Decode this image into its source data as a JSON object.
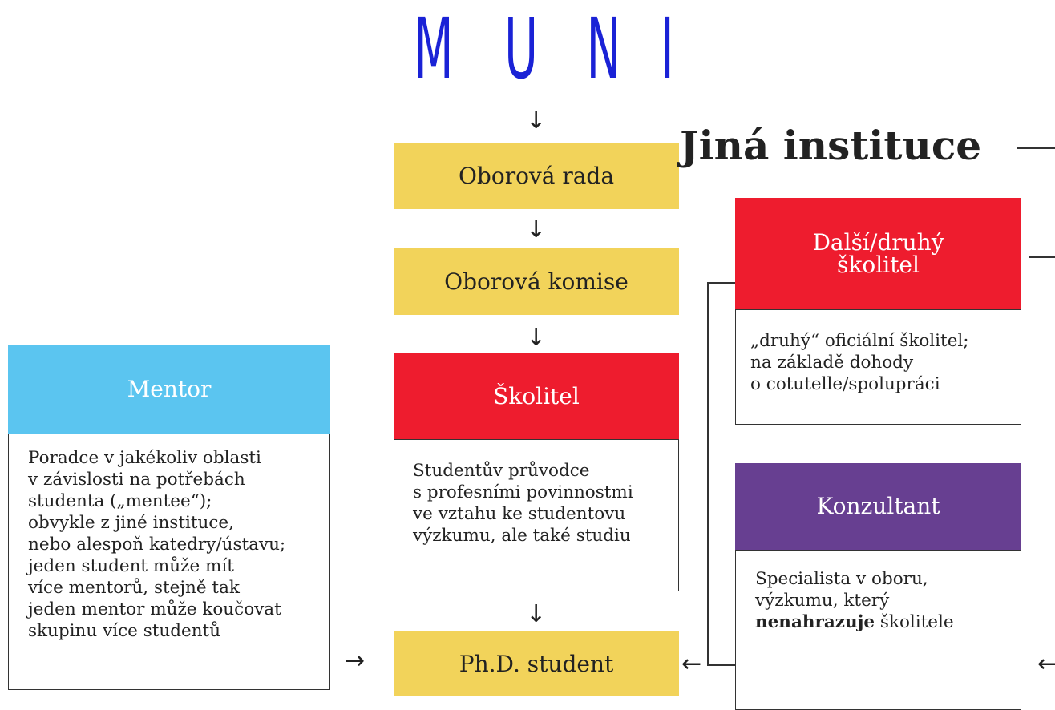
{
  "logo": {
    "letters": [
      "M",
      "U",
      "N",
      "I"
    ]
  },
  "arrows": {
    "down": "↓",
    "right": "→",
    "left": "←"
  },
  "center": {
    "oborova_rada": "Oborová rada",
    "oborova_komise": "Oborová komise",
    "skolitel": {
      "title": "Školitel",
      "lines": [
        "Studentův průvodce",
        "s profesními povinnostmi",
        "ve vztahu ke studentovu",
        "výzkumu, ale také studiu"
      ]
    },
    "student": "Ph.D. student"
  },
  "mentor": {
    "title": "Mentor",
    "lines": [
      "Poradce v jakékoliv oblasti",
      "v závislosti na potřebách",
      "studenta („mentee“);",
      "obvykle z jiné instituce,",
      "nebo alespoň katedry/ústavu;",
      "jeden student může mít",
      "více mentorů, stejně tak",
      "jeden mentor může koučovat",
      "skupinu více studentů"
    ]
  },
  "jina_instituce": {
    "title": "Jiná instituce"
  },
  "dalsi_skolitel": {
    "title_lines": [
      "Další/druhý",
      "školitel"
    ],
    "lines": [
      "„druhý“ oficiální školitel;",
      "na základě dohody",
      "o cotutelle/spolupráci"
    ]
  },
  "konzultant": {
    "title": "Konzultant",
    "line1": "Specialista v oboru,",
    "line2": "výzkumu, který",
    "line3_bold": "nenahrazuje",
    "line3_rest": " školitele"
  },
  "colors": {
    "logo_blue": "#1a22d6",
    "yellow": "#f2d35a",
    "red": "#ee1c2e",
    "blue": "#5bc5f0",
    "purple": "#673f91"
  }
}
